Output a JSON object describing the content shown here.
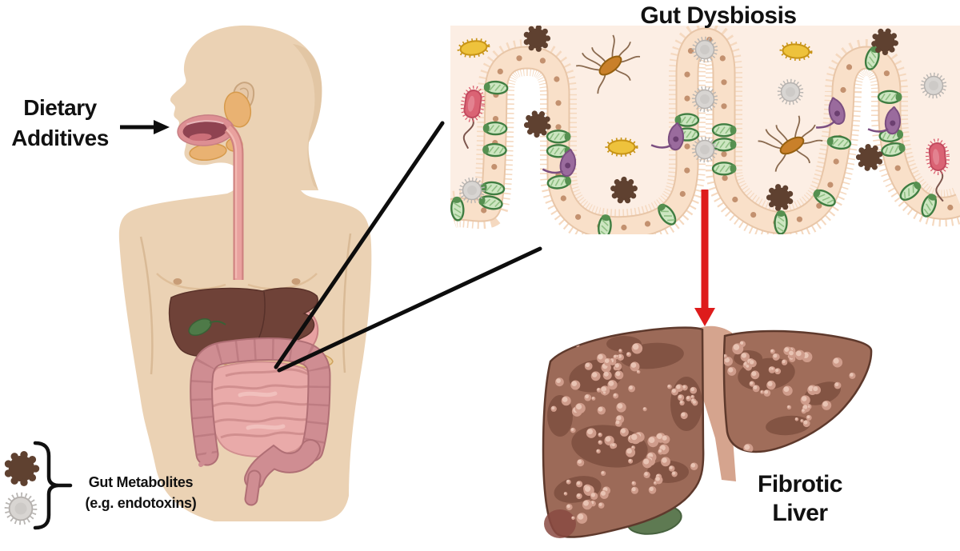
{
  "labels": {
    "dietary_additives": "Dietary\nAdditives",
    "gut_dysbiosis": "Gut Dysbiosis",
    "fibrotic_liver": "Fibrotic\nLiver",
    "gut_metabolites_legend": "Gut Metabolites\n(e.g. endotoxins)"
  },
  "legend": {
    "items": [
      {
        "icon": "gut-metabolite-icon",
        "meaning": "gut metabolite",
        "color": "#5f4130"
      },
      {
        "icon": "endotoxin-icon",
        "meaning": "endotoxin",
        "color": "#d6d3d2"
      }
    ]
  },
  "panel": {
    "title": "Gut Dysbiosis",
    "microbe_icons": [
      {
        "icon": "yellow-bacterium-icon",
        "count": 3,
        "color": "#eec23c"
      },
      {
        "icon": "red-bacterium-icon",
        "count": 2,
        "color": "#da6374"
      },
      {
        "icon": "orange-flagellated-bacterium-icon",
        "count": 2,
        "color": "#c9802a"
      },
      {
        "icon": "gut-metabolite-icon",
        "count": 6,
        "color": "#5f4130"
      },
      {
        "icon": "endotoxin-icon",
        "count": 6,
        "color": "#d6d3d2"
      },
      {
        "icon": "goblet-cell-icon",
        "color": "#cde6c1"
      },
      {
        "icon": "enteroendocrine-cell-icon",
        "color": "#9a6b9d"
      }
    ]
  },
  "colors": {
    "background": "#ffffff",
    "text": "#111111",
    "skin": "#ebd2b4",
    "panel_bg": "#fceee4",
    "villi_band": "#f9e0c9",
    "villi_nuclei": "#c3916f",
    "arrow_red": "#de1c1c",
    "callout_black": "#0d0d0d",
    "body_liver": "#6f4238",
    "stomach_pink": "#e8a2a2",
    "small_intestine": "#e9aaa9",
    "large_intestine": "#cf8d92",
    "pancreas": "#e9cc96",
    "salivary_orange": "#e9b272",
    "fibrotic_liver_base": "#9c6a58",
    "fibrotic_liver_patch": "#7e5040",
    "fibrotic_liver_nodule": "#d6a392",
    "ligament": "#d5a48e",
    "gallbladder_green": "#5e7a52"
  }
}
